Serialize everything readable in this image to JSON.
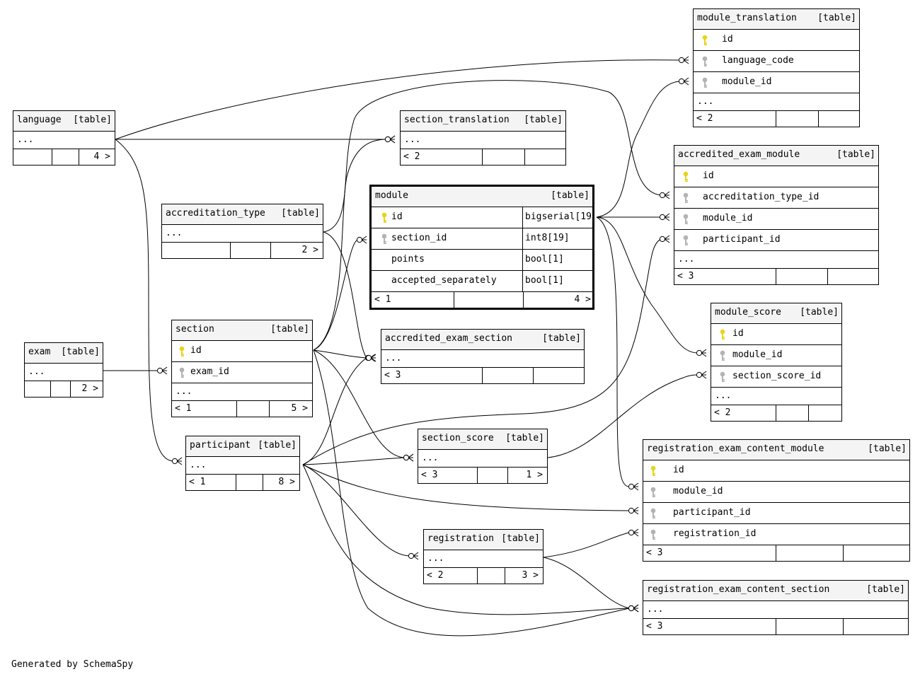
{
  "diagram": {
    "generated_by": "Generated by SchemaSpy",
    "table_tag": "[table]",
    "ellipsis": "...",
    "colors": {
      "primary_key": "#e8d41a",
      "foreign_key": "#b3b3b3",
      "header_bg": "#f4f4f4",
      "line": "#000000"
    },
    "tables": [
      {
        "id": "module_translation",
        "name": "module_translation",
        "rows": [
          {
            "name": "id",
            "key": "pk"
          },
          {
            "name": "language_code",
            "key": "fk"
          },
          {
            "name": "module_id",
            "key": "fk"
          }
        ],
        "ellipsis": true,
        "footer": [
          "< 2",
          "",
          ""
        ]
      },
      {
        "id": "language",
        "name": "language",
        "rows": [],
        "ellipsis": true,
        "footer": [
          "",
          "",
          "4 >"
        ]
      },
      {
        "id": "section_translation",
        "name": "section_translation",
        "rows": [],
        "ellipsis": true,
        "footer": [
          "< 2",
          "",
          ""
        ]
      },
      {
        "id": "accredited_exam_module",
        "name": "accredited_exam_module",
        "rows": [
          {
            "name": "id",
            "key": "pk"
          },
          {
            "name": "accreditation_type_id",
            "key": "fk"
          },
          {
            "name": "module_id",
            "key": "fk"
          },
          {
            "name": "participant_id",
            "key": "fk"
          }
        ],
        "ellipsis": true,
        "footer": [
          "< 3",
          "",
          ""
        ]
      },
      {
        "id": "module",
        "name": "module",
        "focus": true,
        "rows": [
          {
            "name": "id",
            "key": "pk",
            "type": "bigserial[19]"
          },
          {
            "name": "section_id",
            "key": "fk",
            "type": "int8[19]"
          },
          {
            "name": "points",
            "key": "",
            "type": "bool[1]"
          },
          {
            "name": "accepted_separately",
            "key": "",
            "type": "bool[1]"
          }
        ],
        "ellipsis": false,
        "footer": [
          "< 1",
          "",
          "4 >"
        ]
      },
      {
        "id": "accreditation_type",
        "name": "accreditation_type",
        "rows": [],
        "ellipsis": true,
        "footer": [
          "",
          "",
          "2 >"
        ]
      },
      {
        "id": "module_score",
        "name": "module_score",
        "rows": [
          {
            "name": "id",
            "key": "pk"
          },
          {
            "name": "module_id",
            "key": "fk"
          },
          {
            "name": "section_score_id",
            "key": "fk"
          }
        ],
        "ellipsis": true,
        "footer": [
          "< 2",
          "",
          ""
        ]
      },
      {
        "id": "exam",
        "name": "exam",
        "rows": [],
        "ellipsis": true,
        "footer": [
          "",
          "",
          "2 >"
        ]
      },
      {
        "id": "section",
        "name": "section",
        "rows": [
          {
            "name": "id",
            "key": "pk"
          },
          {
            "name": "exam_id",
            "key": "fk"
          }
        ],
        "ellipsis": true,
        "footer": [
          "< 1",
          "",
          "5 >"
        ]
      },
      {
        "id": "accredited_exam_section",
        "name": "accredited_exam_section",
        "rows": [],
        "ellipsis": true,
        "footer": [
          "< 3",
          "",
          ""
        ]
      },
      {
        "id": "participant",
        "name": "participant",
        "rows": [],
        "ellipsis": true,
        "footer": [
          "< 1",
          "",
          "8 >"
        ]
      },
      {
        "id": "section_score",
        "name": "section_score",
        "rows": [],
        "ellipsis": true,
        "footer": [
          "< 3",
          "",
          "1 >"
        ]
      },
      {
        "id": "registration_exam_content_module",
        "name": "registration_exam_content_module",
        "rows": [
          {
            "name": "id",
            "key": "pk"
          },
          {
            "name": "module_id",
            "key": "fk"
          },
          {
            "name": "participant_id",
            "key": "fk"
          },
          {
            "name": "registration_id",
            "key": "fk"
          }
        ],
        "ellipsis": false,
        "footer": [
          "< 3",
          "",
          ""
        ]
      },
      {
        "id": "registration",
        "name": "registration",
        "rows": [],
        "ellipsis": true,
        "footer": [
          "< 2",
          "",
          "3 >"
        ]
      },
      {
        "id": "registration_exam_content_section",
        "name": "registration_exam_content_section",
        "rows": [],
        "ellipsis": true,
        "footer": [
          "< 3",
          "",
          ""
        ]
      }
    ],
    "relationships": [
      {
        "from": "language",
        "to": "module_translation",
        "column": "language_code"
      },
      {
        "from": "language",
        "to": "section_translation",
        "column": ""
      },
      {
        "from": "language",
        "to": "participant",
        "column": ""
      },
      {
        "from": "module",
        "to": "module_translation",
        "column": "module_id"
      },
      {
        "from": "module",
        "to": "accredited_exam_module",
        "column": "module_id"
      },
      {
        "from": "module",
        "to": "module_score",
        "column": "module_id"
      },
      {
        "from": "module",
        "to": "registration_exam_content_module",
        "column": "module_id"
      },
      {
        "from": "accreditation_type",
        "to": "accredited_exam_module",
        "column": "accreditation_type_id"
      },
      {
        "from": "accreditation_type",
        "to": "accredited_exam_section",
        "column": ""
      },
      {
        "from": "participant",
        "to": "accredited_exam_module",
        "column": "participant_id"
      },
      {
        "from": "participant",
        "to": "accredited_exam_section",
        "column": ""
      },
      {
        "from": "participant",
        "to": "section_score",
        "column": ""
      },
      {
        "from": "participant",
        "to": "registration",
        "column": ""
      },
      {
        "from": "participant",
        "to": "registration_exam_content_module",
        "column": "participant_id"
      },
      {
        "from": "participant",
        "to": "registration_exam_content_section",
        "column": ""
      },
      {
        "from": "section",
        "to": "module",
        "column": "section_id"
      },
      {
        "from": "section",
        "to": "section_translation",
        "column": ""
      },
      {
        "from": "section",
        "to": "accredited_exam_section",
        "column": ""
      },
      {
        "from": "section",
        "to": "section_score",
        "column": ""
      },
      {
        "from": "section",
        "to": "registration_exam_content_section",
        "column": ""
      },
      {
        "from": "exam",
        "to": "section",
        "column": "exam_id"
      },
      {
        "from": "section_score",
        "to": "module_score",
        "column": "section_score_id"
      },
      {
        "from": "registration",
        "to": "registration_exam_content_module",
        "column": "registration_id"
      },
      {
        "from": "registration",
        "to": "registration_exam_content_section",
        "column": ""
      }
    ]
  }
}
